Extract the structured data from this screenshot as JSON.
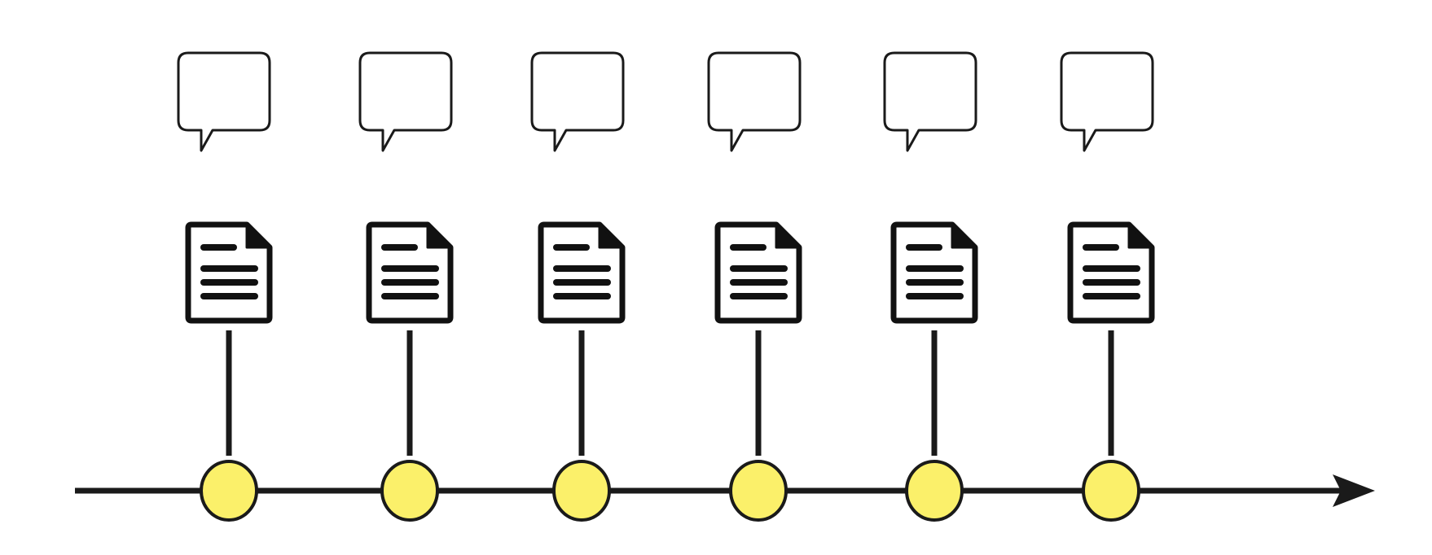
{
  "diagram": {
    "type": "timeline",
    "event_count": 6,
    "events": [
      {
        "comment": "",
        "document": ""
      },
      {
        "comment": "",
        "document": ""
      },
      {
        "comment": "",
        "document": ""
      },
      {
        "comment": "",
        "document": ""
      },
      {
        "comment": "",
        "document": ""
      },
      {
        "comment": "",
        "document": ""
      }
    ],
    "icons": {
      "comment": "speech-bubble-icon",
      "document": "document-icon",
      "marker": "timeline-marker"
    },
    "colors": {
      "line": "#1a1a1a",
      "marker_fill": "#fbf06a",
      "bubble_stroke": "#1a1a1a",
      "document_fill": "#ffffff"
    }
  }
}
